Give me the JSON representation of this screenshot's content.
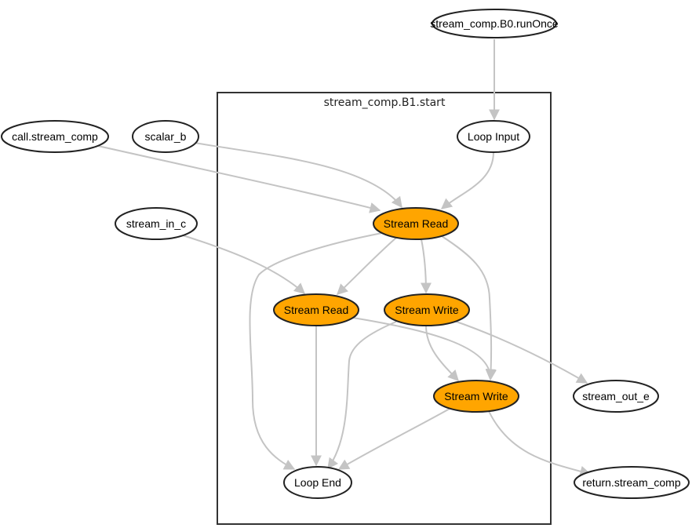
{
  "diagram": {
    "type": "dataflow-graph",
    "cluster": {
      "id": "cluster-b1",
      "label": "stream_comp.B1.start"
    },
    "colors": {
      "highlight_fill": "#ffa500",
      "plain_fill": "#ffffff",
      "node_border": "#222222",
      "edge": "#c4c4c4",
      "cluster_border": "#333333"
    },
    "nodes": [
      {
        "id": "runonce",
        "label": "stream_comp.B0.runOnce",
        "highlight": false,
        "in_cluster": false
      },
      {
        "id": "call",
        "label": "call.stream_comp",
        "highlight": false,
        "in_cluster": false
      },
      {
        "id": "scalar_b",
        "label": "scalar_b",
        "highlight": false,
        "in_cluster": false
      },
      {
        "id": "stream_in_c",
        "label": "stream_in_c",
        "highlight": false,
        "in_cluster": false
      },
      {
        "id": "loop_input",
        "label": "Loop Input",
        "highlight": false,
        "in_cluster": true
      },
      {
        "id": "read1",
        "label": "Stream Read",
        "highlight": true,
        "in_cluster": true
      },
      {
        "id": "read2",
        "label": "Stream Read",
        "highlight": true,
        "in_cluster": true
      },
      {
        "id": "write1",
        "label": "Stream Write",
        "highlight": true,
        "in_cluster": true
      },
      {
        "id": "write2",
        "label": "Stream Write",
        "highlight": true,
        "in_cluster": true
      },
      {
        "id": "loop_end",
        "label": "Loop End",
        "highlight": false,
        "in_cluster": true
      },
      {
        "id": "stream_out_e",
        "label": "stream_out_e",
        "highlight": false,
        "in_cluster": false
      },
      {
        "id": "return",
        "label": "return.stream_comp",
        "highlight": false,
        "in_cluster": false
      }
    ],
    "edges": [
      {
        "from": "runonce",
        "to": "loop_input"
      },
      {
        "from": "loop_input",
        "to": "read1"
      },
      {
        "from": "call",
        "to": "read1"
      },
      {
        "from": "scalar_b",
        "to": "read1"
      },
      {
        "from": "stream_in_c",
        "to": "read2"
      },
      {
        "from": "read1",
        "to": "read2"
      },
      {
        "from": "read1",
        "to": "write1"
      },
      {
        "from": "read1",
        "to": "write2"
      },
      {
        "from": "read1",
        "to": "loop_end"
      },
      {
        "from": "read2",
        "to": "write2"
      },
      {
        "from": "read2",
        "to": "loop_end"
      },
      {
        "from": "write1",
        "to": "write2"
      },
      {
        "from": "write1",
        "to": "stream_out_e"
      },
      {
        "from": "write1",
        "to": "loop_end"
      },
      {
        "from": "write2",
        "to": "loop_end"
      },
      {
        "from": "write2",
        "to": "return"
      }
    ]
  }
}
